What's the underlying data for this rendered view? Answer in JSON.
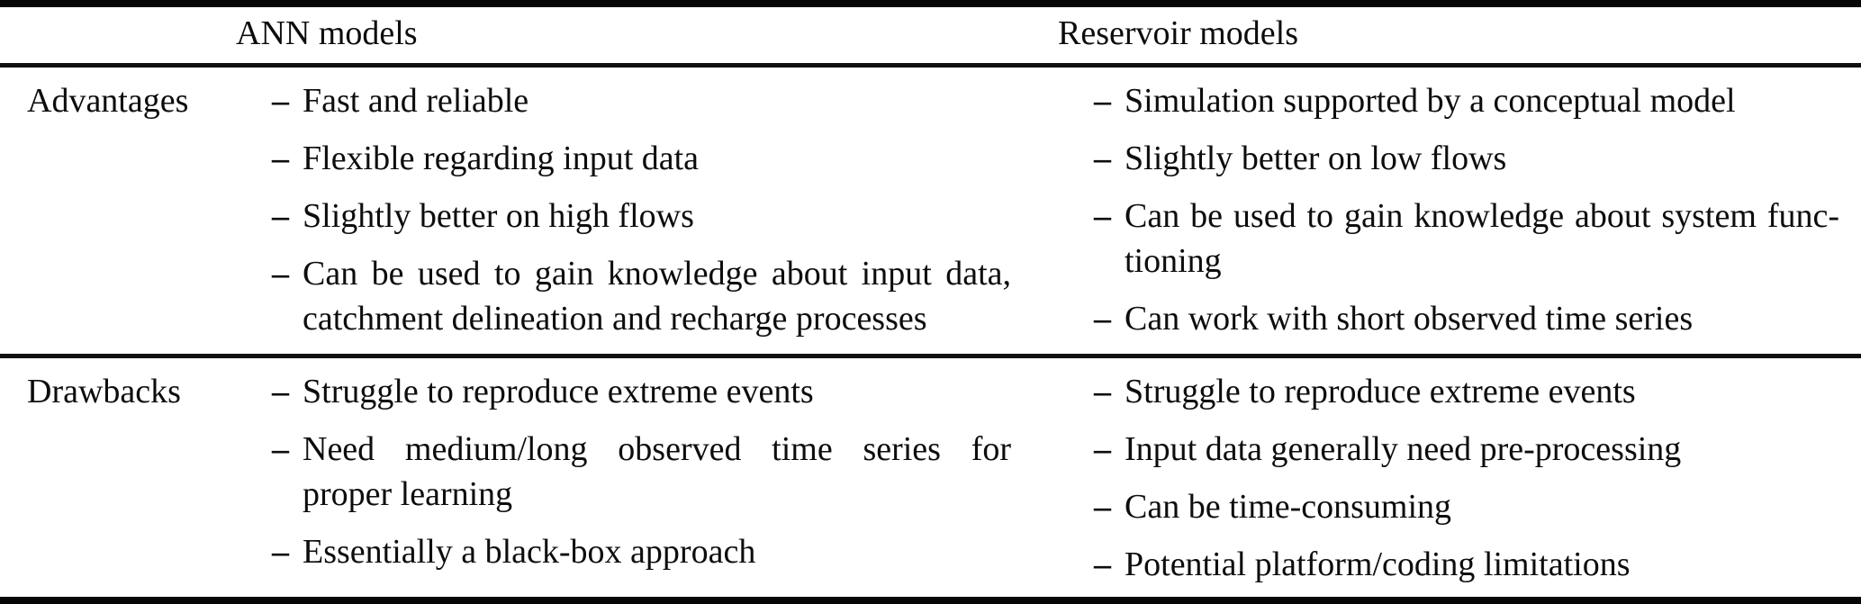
{
  "table": {
    "bullet": "–",
    "headers": {
      "ann": "ANN models",
      "reservoir": "Reservoir models"
    },
    "rows": [
      {
        "label": "Advantages",
        "ann": {
          "items": [
            {
              "lines": [
                "Fast and reliable"
              ]
            },
            {
              "lines": [
                "Flexible regarding input data"
              ]
            },
            {
              "lines": [
                "Slightly better on high flows"
              ]
            },
            {
              "lines": [
                "Can be used to gain knowledge about input data,",
                "catchment delineation and recharge processes"
              ]
            }
          ]
        },
        "reservoir": {
          "items": [
            {
              "lines": [
                "Simulation supported by a conceptual model"
              ]
            },
            {
              "lines": [
                "Slightly better on low flows"
              ]
            },
            {
              "lines": [
                "Can be used to gain knowledge about system func-",
                "tioning"
              ]
            },
            {
              "lines": [
                "Can work with short observed time series"
              ]
            }
          ]
        }
      },
      {
        "label": "Drawbacks",
        "ann": {
          "items": [
            {
              "lines": [
                "Struggle to reproduce extreme events"
              ]
            },
            {
              "lines": [
                "Need medium/long observed time series for",
                "proper learning"
              ]
            },
            {
              "lines": [
                "Essentially a black-box approach"
              ]
            }
          ]
        },
        "reservoir": {
          "items": [
            {
              "lines": [
                "Struggle to reproduce extreme events"
              ]
            },
            {
              "lines": [
                "Input data generally need pre-processing"
              ]
            },
            {
              "lines": [
                "Can be time-consuming"
              ]
            },
            {
              "lines": [
                "Potential platform/coding limitations"
              ]
            }
          ]
        }
      }
    ]
  }
}
